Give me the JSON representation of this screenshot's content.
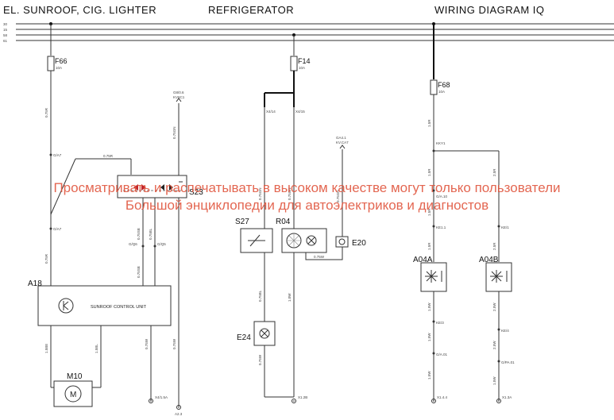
{
  "header": {
    "left": "EL. SUNROOF, CIG. LIGHTER",
    "center": "REFRIGERATOR",
    "right": "WIRING DIAGRAM IQ"
  },
  "rails": [
    "30",
    "15",
    "58",
    "61"
  ],
  "fuses": {
    "f66": {
      "name": "F66",
      "rating": "10A"
    },
    "f14": {
      "name": "F14",
      "rating": "10A"
    },
    "f68": {
      "name": "F68",
      "rating": "10A"
    }
  },
  "components": {
    "a18": "A18",
    "a18_name": "SUNROOF CONTROL UNIT",
    "s23": "S23",
    "m10": "M10",
    "m10_symbol": "M",
    "s27": "S27",
    "r04": "R04",
    "e20": "E20",
    "e24": "E24",
    "a04a": "A04A",
    "a04b": "A04B"
  },
  "watermark": {
    "line1": "Просматривать и распечатывать в высоком качестве могут только пользователи",
    "line2": "Большой энциклопедии для автоэлектриков и диагностов"
  },
  "wire_labels": {
    "w1": "0.75R",
    "w2": "G/A7",
    "w3": "0.75R",
    "w4": "G/A7",
    "w5": "0.75R",
    "w6": "1.5BE",
    "w7": "1.5BL",
    "w8": "G8/0.6",
    "w9": "KV6C1",
    "w10": "0.75GN",
    "w11": "0.75SB",
    "w12": "G/Q6",
    "w13": "0.75BL",
    "w14": "G/Q5",
    "w15": "0.75SB",
    "w16": "0.75W",
    "w17": "0.75W",
    "w18": "X4/14",
    "w19": "X4/15",
    "w20": "0.75GN",
    "w21": "0.75GN",
    "w22": "0.75BL",
    "w23": "1.0W",
    "w24": "0.75W",
    "w25": "0.75W",
    "w26": "GA4.1",
    "w27": "KV.CA7",
    "w28": "0.75GN",
    "w29": "1.5R",
    "w30": "KKY1",
    "w31": "1.5R",
    "w32": "G/A.10",
    "w33": "1.5R",
    "w34": "KE1.1",
    "w35": "1.5R",
    "w36": "2.5R",
    "w37": "KE/1",
    "w38": "2.5R",
    "w39": "1.5W",
    "w40": "KE/3",
    "w41": "1.5W",
    "w42": "G/A.01",
    "w43": "1.5W",
    "w44": "2.5W",
    "w45": "KE/4",
    "w46": "2.5W",
    "w47": "G/PA.01",
    "w48": "1.5W",
    "g1": "X4/1.5A",
    "g2": "A2.3",
    "g3": "X1.2B",
    "g4": "X1.4.4",
    "g5": "X1.3A",
    "w49": "0.75GN"
  }
}
